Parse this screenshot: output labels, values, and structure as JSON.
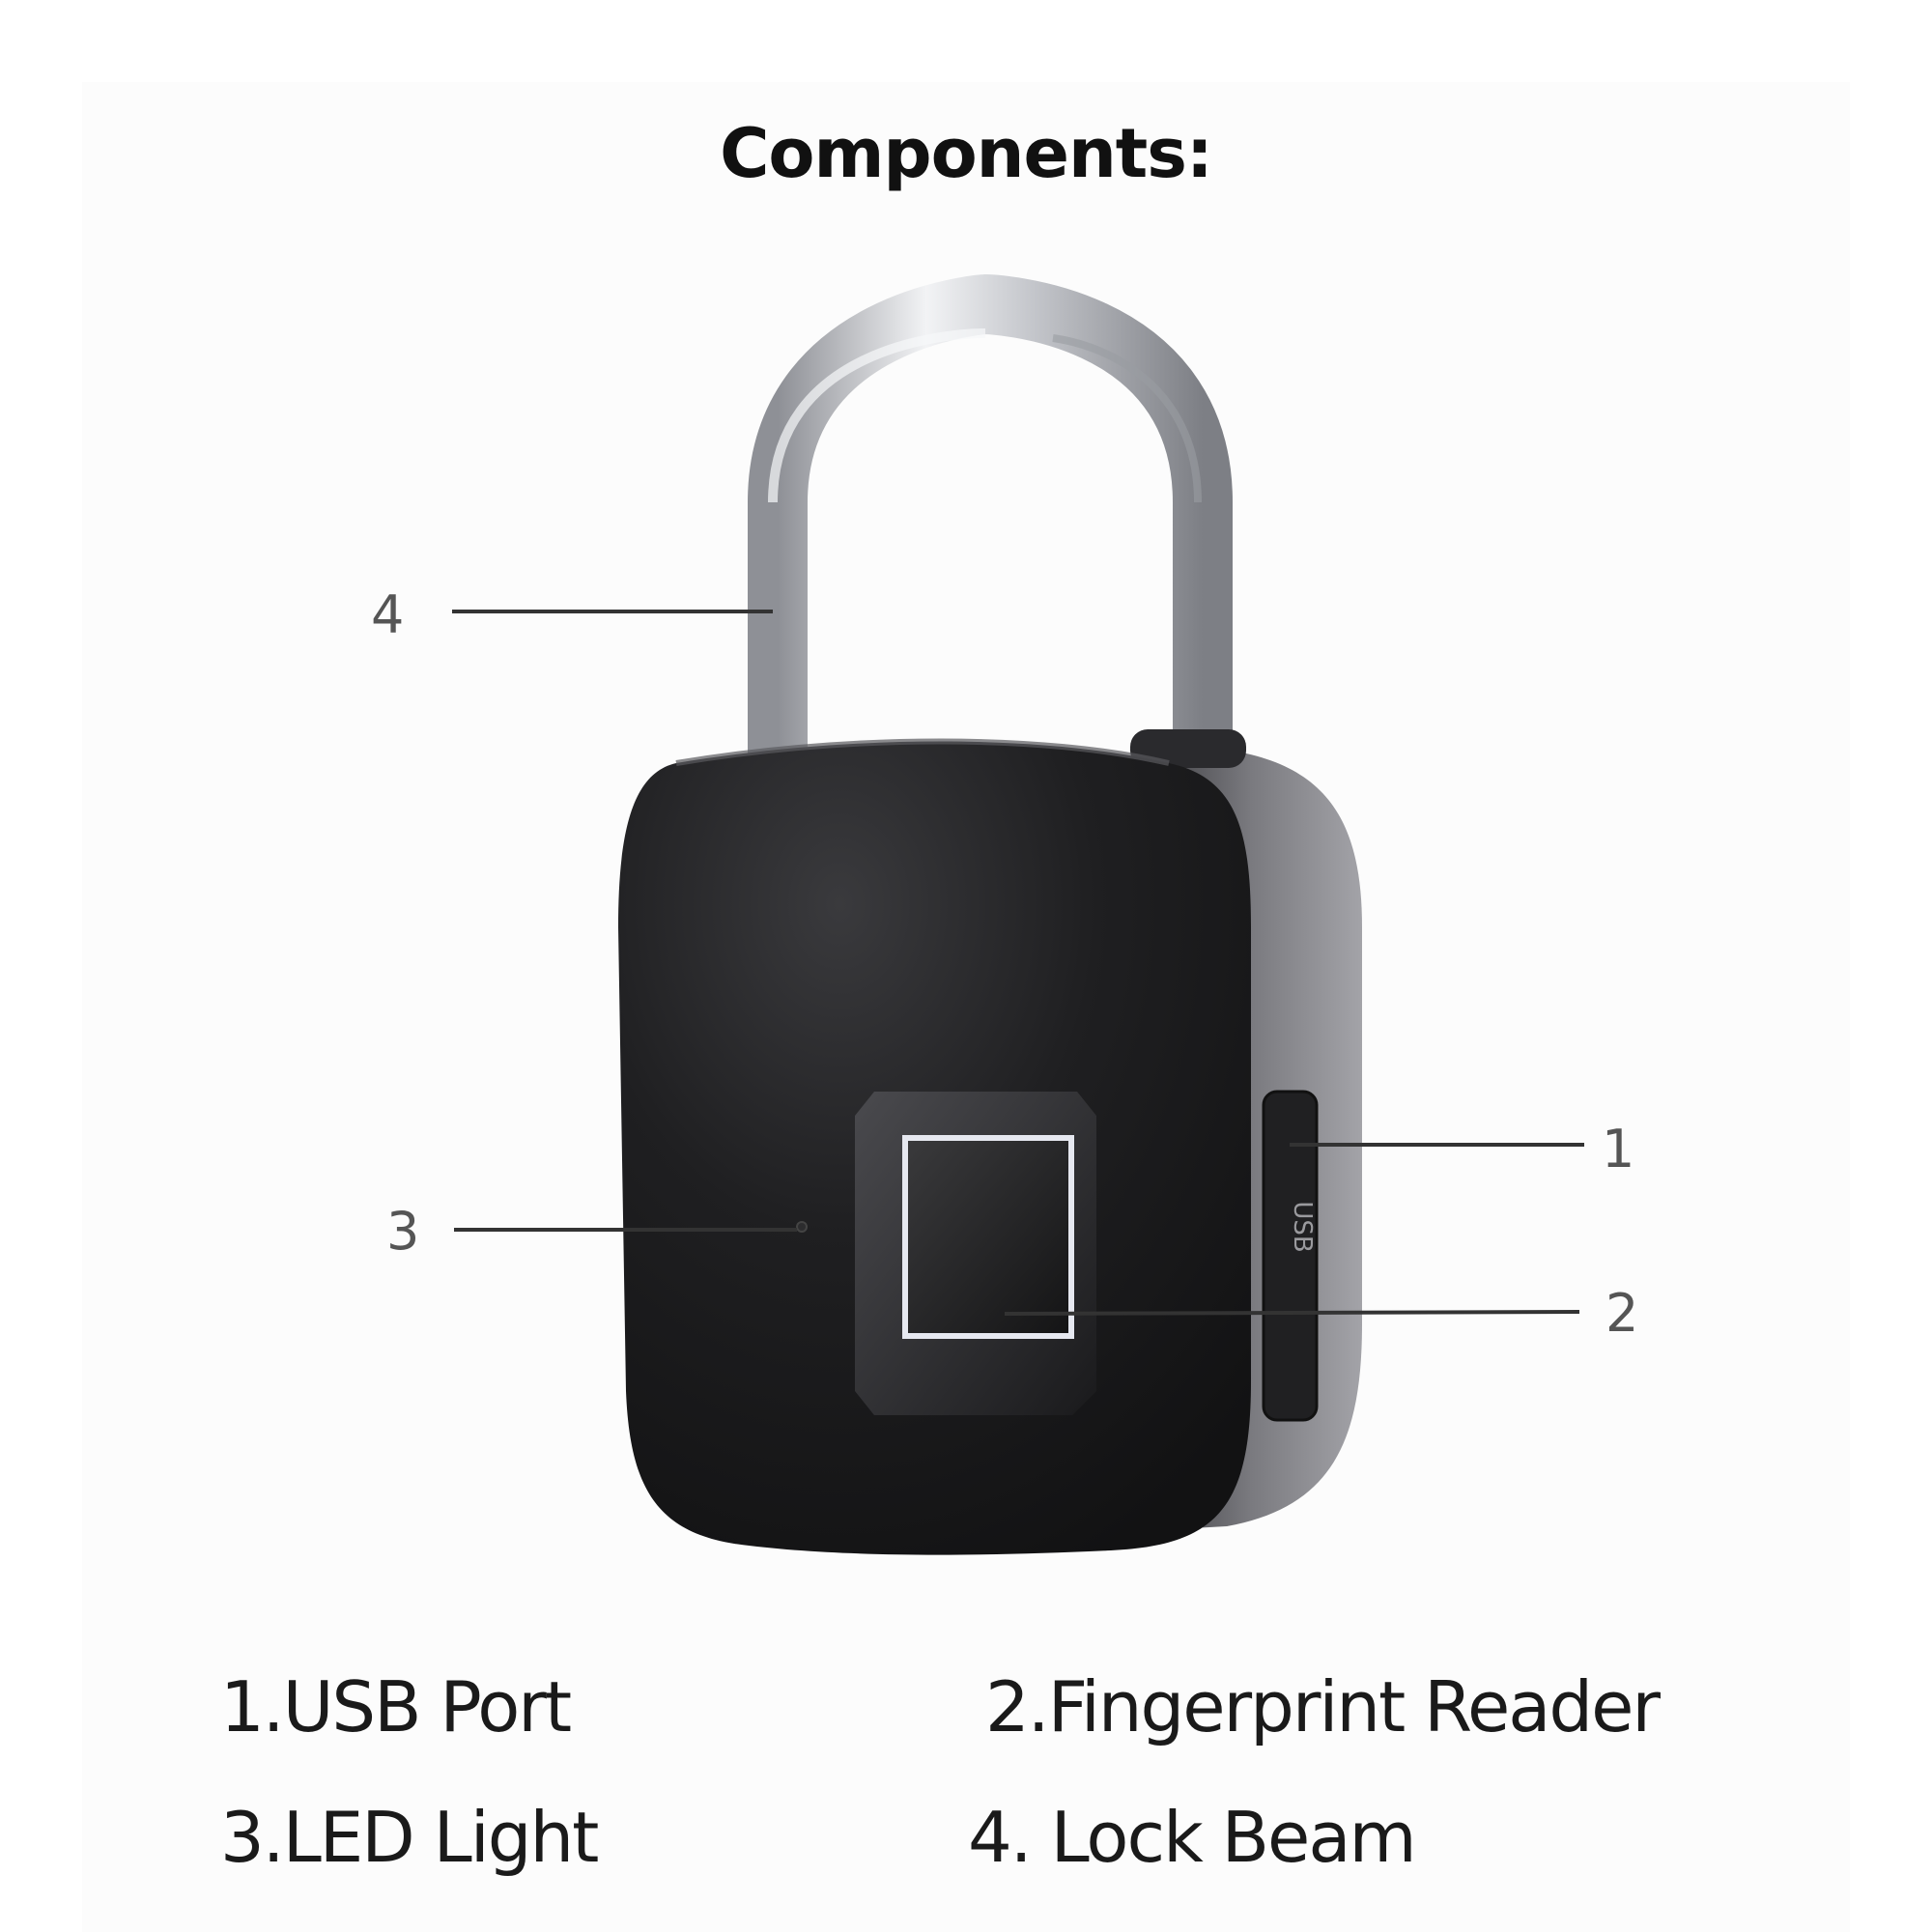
{
  "title": "Components:",
  "callouts": [
    {
      "number": "1"
    },
    {
      "number": "2"
    },
    {
      "number": "3"
    },
    {
      "number": "4"
    }
  ],
  "device_text": {
    "usb_label": "USB"
  },
  "legend": [
    {
      "text": "1.USB Port"
    },
    {
      "text": "2.Fingerprint Reader"
    },
    {
      "text": "3.LED Light"
    },
    {
      "text": "4. Lock Beam"
    }
  ],
  "colors": {
    "body_front": "#1c1c1e",
    "body_side": "#6a6a6e",
    "shackle": "#c9cbd0",
    "callout_line": "#333333",
    "sensor_ring": "#e6e8f0"
  }
}
